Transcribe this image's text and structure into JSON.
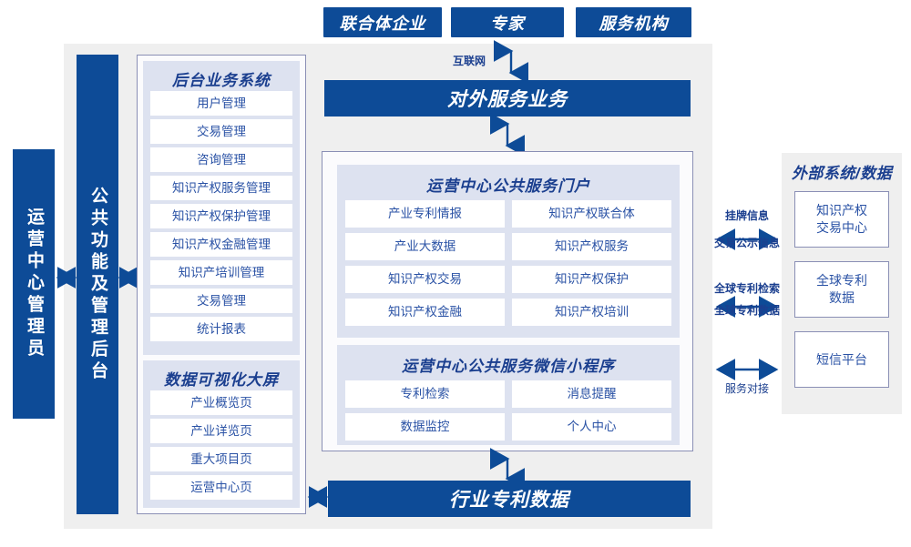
{
  "actors_top": [
    {
      "label": "联合体企业"
    },
    {
      "label": "专家"
    },
    {
      "label": "服务机构"
    }
  ],
  "connectors": {
    "internet": "互联网",
    "ext_listing": "挂牌信息",
    "ext_listing_sub": "交易公示信息",
    "ext_patent_search": "全球专利检索",
    "ext_patent_data": "全球专利数据",
    "ext_service": "服务对接"
  },
  "left_bars": [
    {
      "label": "运营中心管理员",
      "name": "operation-center-admin-bar"
    },
    {
      "label": "公共功能及管理后台",
      "name": "common-function-admin-bar"
    }
  ],
  "backend": {
    "title": "后台业务系统",
    "items": [
      "用户管理",
      "交易管理",
      "咨询管理",
      "知识产权服务管理",
      "知识产权保护管理",
      "知识产权金融管理",
      "知识产培训管理",
      "交易管理",
      "统计报表"
    ]
  },
  "dashboard": {
    "title": "数据可视化大屏",
    "items": [
      "产业概览页",
      "产业详览页",
      "重大项目页",
      "运营中心页"
    ]
  },
  "external_service": {
    "label": "对外服务业务"
  },
  "portal": {
    "title": "运营中心公共服务门户",
    "items": [
      "产业专利情报",
      "知识产权联合体",
      "产业大数据",
      "知识产权服务",
      "知识产权交易",
      "知识产权保护",
      "知识产权金融",
      "知识产权培训"
    ]
  },
  "miniprogram": {
    "title": "运营中心公共服务微信小程序",
    "items": [
      "专利检索",
      "消息提醒",
      "数据监控",
      "个人中心"
    ]
  },
  "bottom": {
    "label": "行业专利数据"
  },
  "external": {
    "title": "外部系统/数据",
    "items": [
      "知识产权\n交易中心",
      "全球专利\n数据",
      "短信平台"
    ]
  },
  "colors": {
    "navy": "#0d4b97",
    "canvas": "#efefef",
    "panel_inner": "#dde2f0",
    "border": "#8a8fb5",
    "text_blue": "#2a52a5",
    "title_blue": "#1b3f8f"
  }
}
